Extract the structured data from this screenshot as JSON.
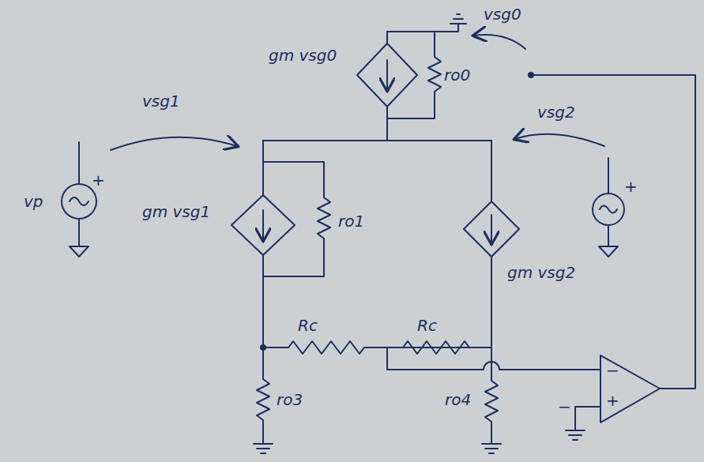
{
  "diagram": {
    "labels": [
      "gm vsg0",
      "vsg0",
      "ro0",
      "vsg1",
      "vp",
      "+",
      "gm vsg1",
      "ro1",
      "vsg2",
      "+",
      "gm vsg2",
      "Rc",
      "Rc",
      "ro3",
      "ro4",
      "−",
      "+",
      "−"
    ]
  }
}
